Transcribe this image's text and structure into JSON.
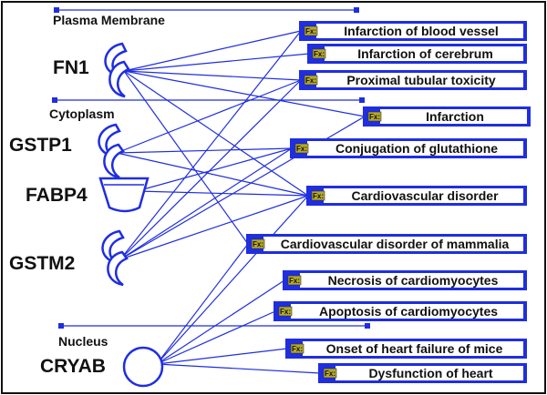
{
  "compartments": {
    "plasma_membrane": "Plasma Membrane",
    "cytoplasm": "Cytoplasm",
    "nucleus": "Nucleus"
  },
  "genes": {
    "fn1": "FN1",
    "gstp1": "GSTP1",
    "fabp4": "FABP4",
    "gstm2": "GSTM2",
    "cryab": "CRYAB"
  },
  "function_tag": "Fx:",
  "functions": [
    "Infarction of blood vessel",
    "Infarction of cerebrum",
    "Proximal tubular toxicity",
    "Infarction",
    "Conjugation of glutathione",
    "Cardiovascular disorder",
    "Cardiovascular disorder of mammalia",
    "Necrosis of cardiomyocytes",
    "Apoptosis of cardiomyocytes",
    "Onset of heart failure of mice",
    "Dysfunction of heart"
  ],
  "colors": {
    "edge": "#1f2ee0",
    "node": "#1f2ee0",
    "tag_fill": "#b5a82a",
    "box_fill": "#ffffff"
  }
}
